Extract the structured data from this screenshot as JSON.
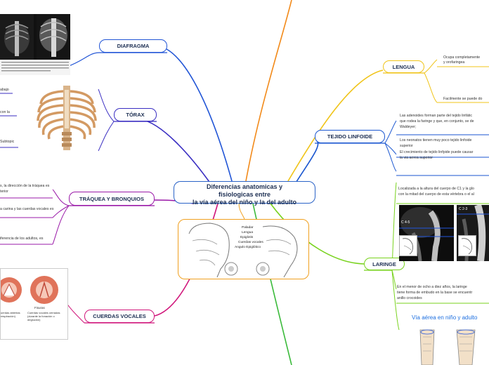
{
  "central": {
    "line1": "Diferencias anatomicas y",
    "line2": "fisiologicas entre",
    "line3": "la vía aérea del niño y la del adulto"
  },
  "branches": {
    "diafragma": "DIAFRAGMA",
    "torax": "TÓRAX",
    "traquea": "TRÁQUEA Y BRONQUIOS",
    "cuerdas": "CUERDAS VOCALES",
    "lengua": "LENGUA",
    "tejido": "TEJIDO LINFOIDE",
    "laringe": "LARINGE"
  },
  "torax_notes": {
    "n1": "abajo",
    "n2": "con la",
    "n3": "Subtopic"
  },
  "traquea_notes": {
    "n1": "s, la dirección de la tráquea es",
    "n2": "terior",
    "n3": "a carina y las cuerdas vocales es",
    "n4": "iferencia de los adultos, es"
  },
  "lengua_notes": {
    "n1": "Ocupa completamente",
    "n2": "y orofaringea",
    "n3": "Facilmente se puede do"
  },
  "tejido_notes": {
    "n1": "Las adenoides forman parte del tejido linfátic",
    "n2": "que rodea la faringe y que, en conjunto, se de",
    "n3": "Waldeyer;",
    "n4": "Los neonatos tienen muy poco tejido linfoide",
    "n5": "superior",
    "n6": "El crecimiento de tejido linfpide puede causar",
    "n7": "la via aerea superior"
  },
  "laringe_notes": {
    "n1": "Localizada a la altura del cuerpo de C1 y la glo",
    "n2": "con la mitad del cuerpo de esta vértebra o el al",
    "n3": "En el menor de ocho a diez años, la laringe",
    "n4": "tiene forma de embudo en la base se encuentr",
    "n5": "anillo crocoides"
  },
  "xray_labels": {
    "left": "C 4-5",
    "right": "C 2-3"
  },
  "anatomy_labels": [
    "Paladar",
    "Lengua",
    "Epiglotis",
    "Cuerdas vocales",
    "Angulo Epiglótico"
  ],
  "cuerdas_labels": {
    "open": "Fisuras",
    "closed": "Cuerdas vocales cerradas (durante la fonación o deglución)",
    "abiertas": "uerdas abiertas respiración)"
  },
  "via_caption": "Vía aérea en niño y adulto",
  "colors": {
    "diafragma": "#2155d6",
    "torax": "#3a2ec2",
    "traquea": "#9a19a8",
    "cuerdas": "#d0157a",
    "lengua": "#f0c419",
    "tejido": "#1a56d0",
    "laringe": "#78d21d",
    "central": "#2b63c7"
  }
}
